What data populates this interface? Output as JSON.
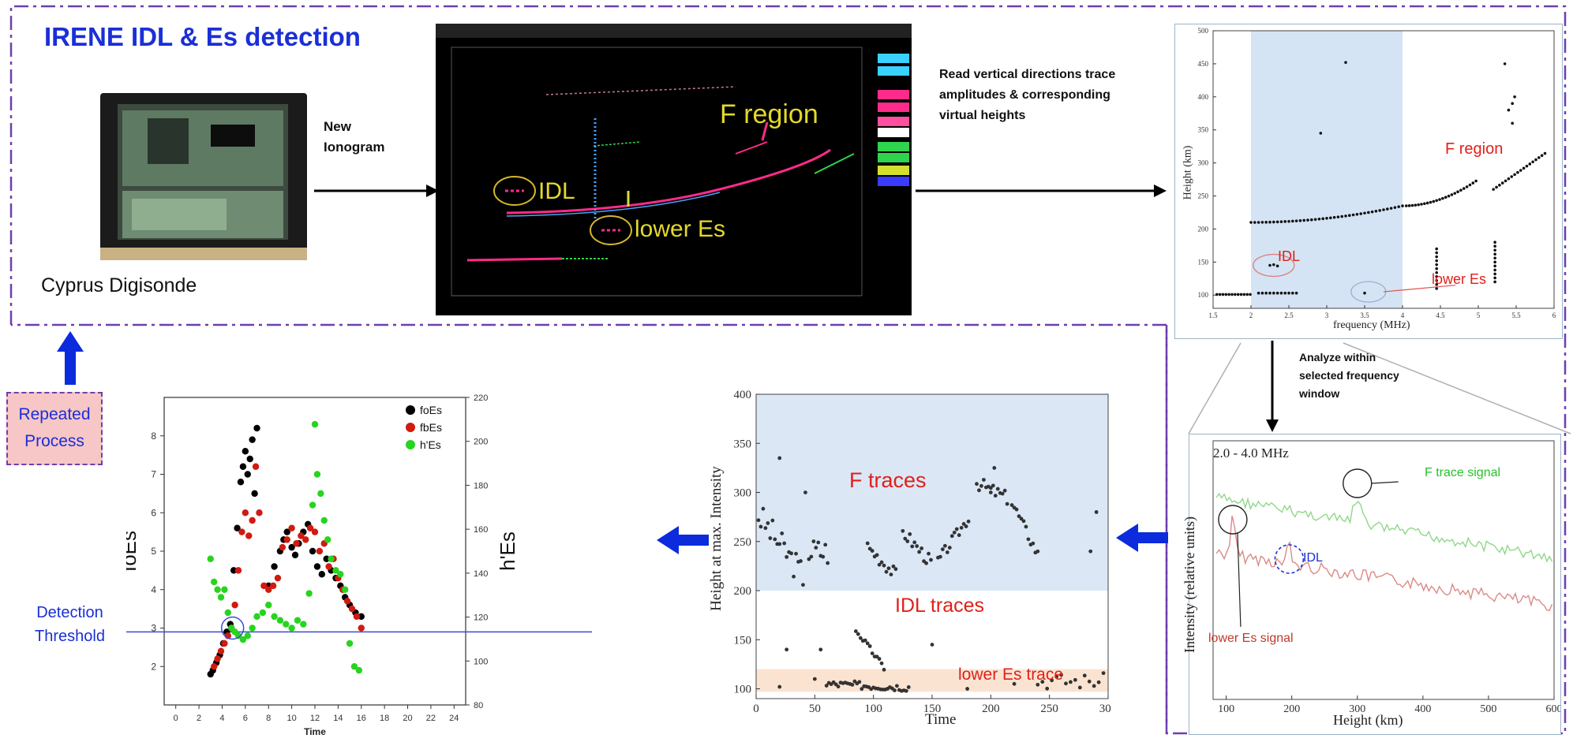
{
  "title": "IRENE IDL & Es detection",
  "digisonde": {
    "label": "Cyprus Digisonde"
  },
  "arrows": {
    "new_ionogram": "New\nIonogram",
    "read_vertical": "Read vertical directions trace\namplitudes & corresponding\nvirtual heights",
    "analyze": "Analyze within\nselected frequency\nwindow"
  },
  "repeated": "Repeated\nProcess",
  "ionogram": {
    "labels": [
      "F region",
      "IDL",
      "lower Es"
    ]
  },
  "colors": {
    "title": "#1a2fd6",
    "dashed_border": "#6d3fb0",
    "arrow_blue": "#0b2bdd",
    "red_label": "#e0201a",
    "yellow_label": "#e3d92a",
    "green_series": "#27d41f",
    "black_series": "#000000",
    "red_series": "#d11a10"
  },
  "freq_height_chart": {
    "type": "scatter",
    "xlabel": "frequency (MHz)",
    "ylabel": "Height (km)",
    "x_ticks": [
      "1.5",
      "2",
      "2.5",
      "3",
      "3.5",
      "4",
      "4.5",
      "5",
      "5.5",
      "6"
    ],
    "y_ticks": [
      "500",
      "450",
      "400",
      "350",
      "300",
      "250",
      "200",
      "150",
      "100"
    ],
    "labels": [
      "F region",
      "IDL",
      "lower Es"
    ],
    "window": [
      2.0,
      4.0
    ]
  },
  "intensity_chart": {
    "type": "line",
    "window_label": "2.0 - 4.0 MHz",
    "xlabel": "Height (km)",
    "ylabel": "Intensity (relative units)",
    "x_ticks": [
      "100",
      "200",
      "300",
      "400",
      "500",
      "600"
    ],
    "annotations": [
      "F trace signal",
      "IDL",
      "lower Es signal"
    ]
  },
  "trace_chart": {
    "type": "scatter",
    "xlabel": "Time",
    "ylabel": "Height at max. Intensity",
    "x_ticks": [
      "0",
      "50",
      "100",
      "150",
      "200",
      "250",
      "300"
    ],
    "y_ticks": [
      "400",
      "350",
      "300",
      "250",
      "200",
      "150",
      "100"
    ],
    "bands": [
      "F traces",
      "IDL traces",
      "lower Es trace"
    ]
  },
  "chart_data": {
    "type": "scatter",
    "xlabel": "Time",
    "ylabel_left": "foEs",
    "ylabel_right": "h'Es",
    "xlim": [
      -1,
      25
    ],
    "ylim_left": [
      1,
      9
    ],
    "ylim_right": [
      80,
      220
    ],
    "x_ticks": [
      "0",
      "2",
      "4",
      "6",
      "8",
      "10",
      "12",
      "14",
      "16",
      "18",
      "20",
      "22",
      "24"
    ],
    "y_ticks_left": [
      "2",
      "3",
      "4",
      "5",
      "6",
      "7",
      "8"
    ],
    "y_ticks_right": [
      "80",
      "100",
      "120",
      "140",
      "160",
      "180",
      "200",
      "220"
    ],
    "threshold": 2.9,
    "threshold_label": "Detection\nThreshold",
    "series": [
      {
        "name": "foEs",
        "color": "#000000",
        "x": [
          3.0,
          3.2,
          3.5,
          3.8,
          4.1,
          4.4,
          4.7,
          5.0,
          5.3,
          5.6,
          5.8,
          6.0,
          6.2,
          6.4,
          6.6,
          6.8,
          7.0,
          8.0,
          8.5,
          9.0,
          9.3,
          9.6,
          10.0,
          10.3,
          10.6,
          11.0,
          11.4,
          11.8,
          12.2,
          12.6,
          13.0,
          13.4,
          13.8,
          14.2,
          14.6,
          15.0,
          15.5,
          16.0
        ],
        "y": [
          1.8,
          1.9,
          2.1,
          2.3,
          2.6,
          2.9,
          3.1,
          4.5,
          5.6,
          6.8,
          7.2,
          7.6,
          7.0,
          7.4,
          7.9,
          6.5,
          8.2,
          4.1,
          4.6,
          5.0,
          5.3,
          5.5,
          5.1,
          4.9,
          5.2,
          5.5,
          5.7,
          5.0,
          4.6,
          4.4,
          4.8,
          4.5,
          4.3,
          4.1,
          3.8,
          3.6,
          3.4,
          3.3
        ]
      },
      {
        "name": "fbEs",
        "color": "#d11a10",
        "x": [
          3.3,
          3.6,
          3.9,
          4.2,
          4.5,
          4.8,
          5.1,
          5.4,
          5.7,
          6.0,
          6.3,
          6.6,
          6.9,
          7.2,
          7.6,
          8.0,
          8.4,
          8.8,
          9.2,
          9.6,
          10.0,
          10.4,
          10.8,
          11.2,
          11.6,
          12.0,
          12.4,
          12.8,
          13.2,
          13.6,
          14.0,
          14.4,
          14.8,
          15.2,
          15.6,
          16.0
        ],
        "y": [
          2.0,
          2.2,
          2.4,
          2.6,
          2.8,
          3.0,
          3.6,
          4.5,
          5.5,
          6.0,
          5.4,
          5.8,
          7.2,
          6.0,
          4.1,
          4.0,
          4.1,
          4.3,
          5.1,
          5.3,
          5.6,
          5.2,
          5.4,
          5.3,
          5.6,
          5.5,
          5.0,
          5.2,
          4.6,
          4.8,
          4.3,
          4.0,
          3.7,
          3.5,
          3.3,
          3.0
        ]
      },
      {
        "name": "h'Es",
        "color": "#27d41f",
        "x": [
          3.0,
          3.3,
          3.6,
          3.9,
          4.2,
          4.5,
          4.8,
          5.1,
          5.4,
          5.8,
          6.2,
          6.6,
          7.0,
          7.5,
          8.0,
          8.5,
          9.0,
          9.5,
          10.0,
          10.5,
          11.0,
          11.5,
          11.8,
          12.0,
          12.2,
          12.5,
          12.8,
          13.1,
          13.4,
          13.8,
          14.2,
          14.6,
          15.0,
          15.4,
          15.8
        ],
        "y": [
          4.8,
          4.2,
          4.0,
          3.8,
          4.0,
          3.4,
          3.0,
          2.9,
          2.8,
          2.7,
          2.8,
          3.0,
          3.3,
          3.4,
          3.6,
          3.3,
          3.2,
          3.1,
          3.0,
          3.2,
          3.1,
          3.9,
          6.2,
          8.3,
          7.0,
          6.5,
          5.8,
          5.3,
          4.8,
          4.5,
          4.4,
          4.0,
          2.6,
          2.0,
          1.9
        ]
      }
    ]
  }
}
